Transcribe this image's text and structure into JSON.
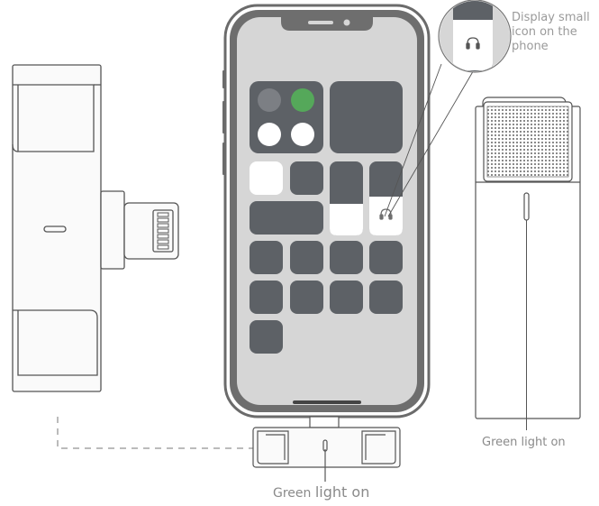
{
  "annotations": {
    "callout_lines": [
      "Display small",
      "icon on the",
      "phone"
    ],
    "bottom_label_small": "Green ",
    "bottom_label_large": "light on",
    "right_label": "Green light on"
  },
  "colors": {
    "outline": "#555555",
    "phone_frame": "#6b6b6b",
    "screen_bg": "#d4d4d4",
    "tile_dark": "#5d6166",
    "tile_white": "#ffffff",
    "green_dot": "#55a85a",
    "gray_dot": "#7c7f84"
  },
  "icons": [
    "headphone-icon"
  ]
}
